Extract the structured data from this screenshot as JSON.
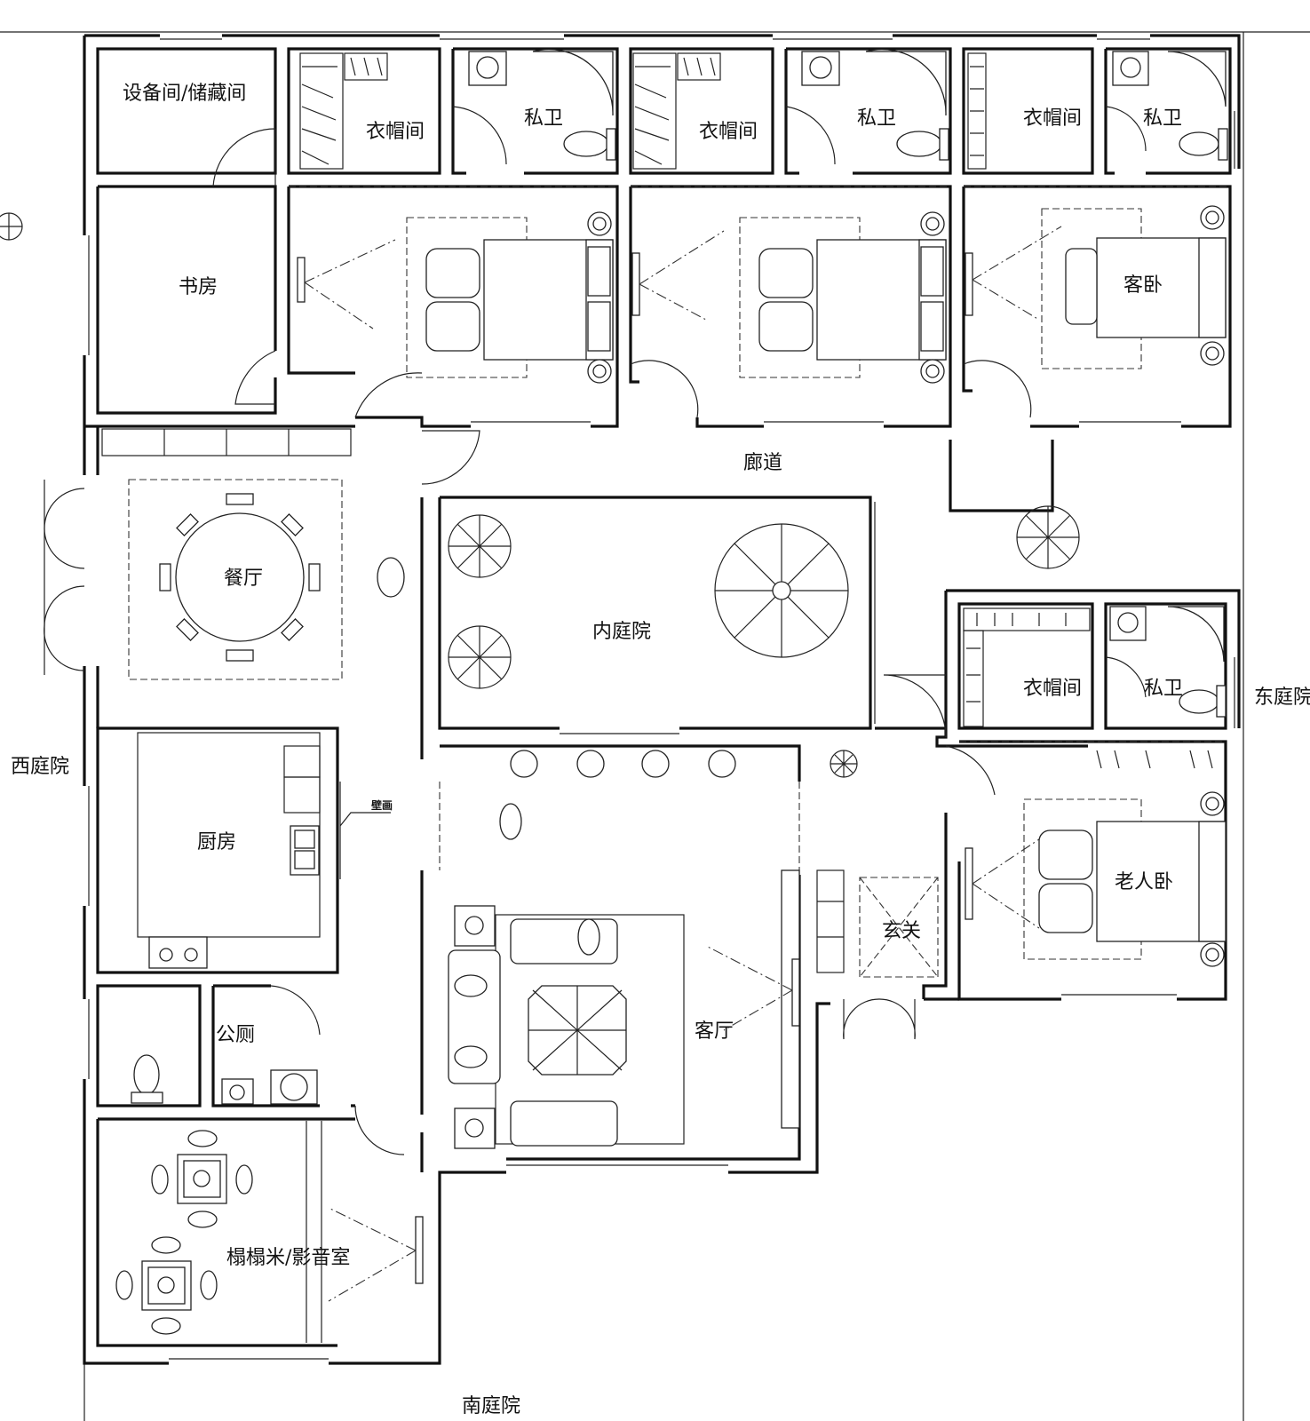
{
  "rooms": {
    "equipment": "设备间/储藏间",
    "study": "书房",
    "closet_1": "衣帽间",
    "bath_1": "私卫",
    "closet_2": "衣帽间",
    "bath_2": "私卫",
    "closet_3": "衣帽间",
    "bath_3": "私卫",
    "guest_bedroom": "客卧",
    "corridor": "廊道",
    "dining": "餐厅",
    "inner_courtyard": "内庭院",
    "closet_4": "衣帽间",
    "bath_4": "私卫",
    "east_courtyard": "东庭院",
    "west_courtyard": "西庭院",
    "kitchen": "厨房",
    "wall_tv": "壁画",
    "entrance": "玄关",
    "elder_bedroom": "老人卧",
    "living_room": "客厅",
    "public_toilet": "公厕",
    "tatami_av": "榻榻米/影音室",
    "south_courtyard": "南庭院"
  },
  "colors": {
    "line": "#111111",
    "background": "#ffffff"
  }
}
